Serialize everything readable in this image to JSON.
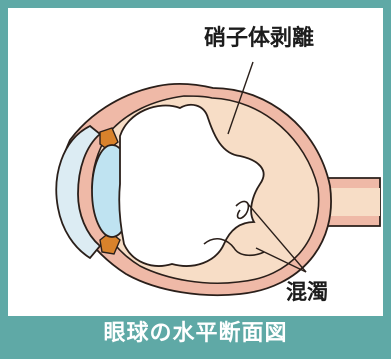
{
  "figure": {
    "caption": "眼球の水平断面図",
    "labels": {
      "vitreous_detachment": "硝子体剥離",
      "opacity": "混濁"
    }
  },
  "colors": {
    "frame": "#5fa9a6",
    "outer_wall": "#efb9a7",
    "inner_fluid": "#f7ddc6",
    "vitreous": "#ffffff",
    "lens": "#bfe3f1",
    "cornea": "#dcecf3",
    "iris": "#d9822b",
    "outline": "#2a1f1a"
  }
}
